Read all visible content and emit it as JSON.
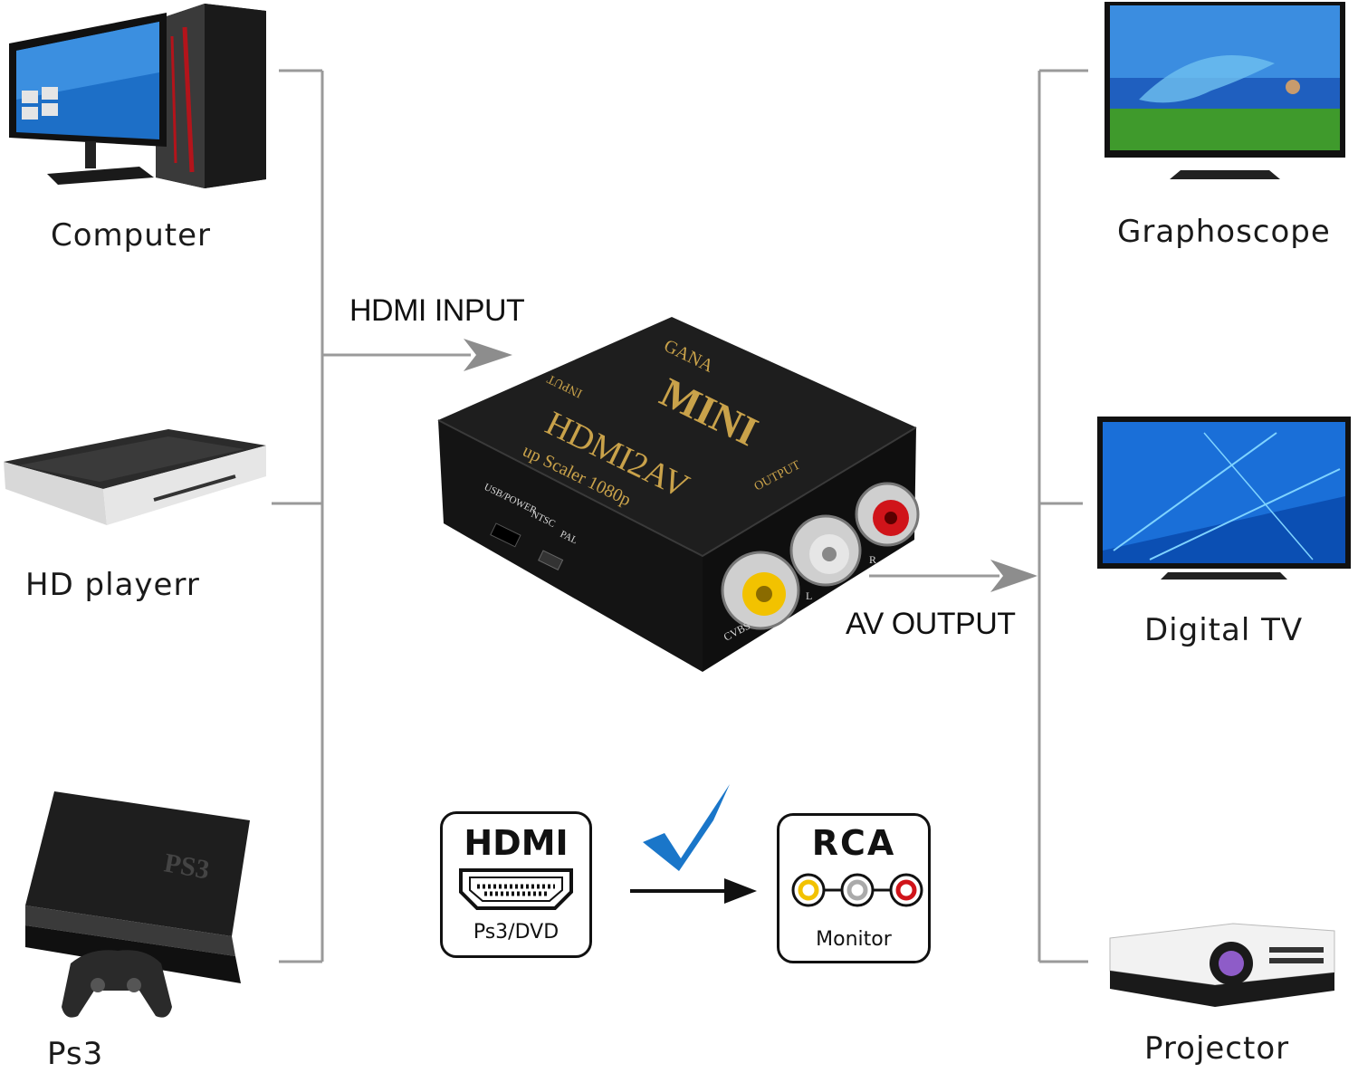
{
  "inputs": {
    "computer": "Computer",
    "hd_player": "HD playerr",
    "ps3": "Ps3"
  },
  "outputs": {
    "graphoscope": "Graphoscope",
    "digital_tv": "Digital  TV",
    "projector": "Projector"
  },
  "flow": {
    "hdmi_input": "HDMI INPUT",
    "av_output": "AV OUTPUT"
  },
  "converter": {
    "brand": "GANA",
    "model_badge": "MINI",
    "model": "HDMI2AV",
    "subtitle": "up Scaler 1080p",
    "input_label": "INPUT",
    "output_label": "OUTPUT",
    "usb_power": "USB/POWER",
    "ntsc": "NTSC",
    "pal": "PAL",
    "cvbs": "CVBS",
    "l": "L",
    "r": "R"
  },
  "source_box": {
    "title": "HDMI",
    "subtitle": "Ps3/DVD"
  },
  "target_box": {
    "title": "RCA",
    "subtitle": "Monitor"
  },
  "ps3_logo": "PS3",
  "colors": {
    "bracket": "#9a9a9a",
    "gold": "#c9a24a",
    "check": "#1a76c9",
    "rca_yellow": "#f2c200",
    "rca_white": "#d9d9d9",
    "rca_red": "#d0141a"
  }
}
